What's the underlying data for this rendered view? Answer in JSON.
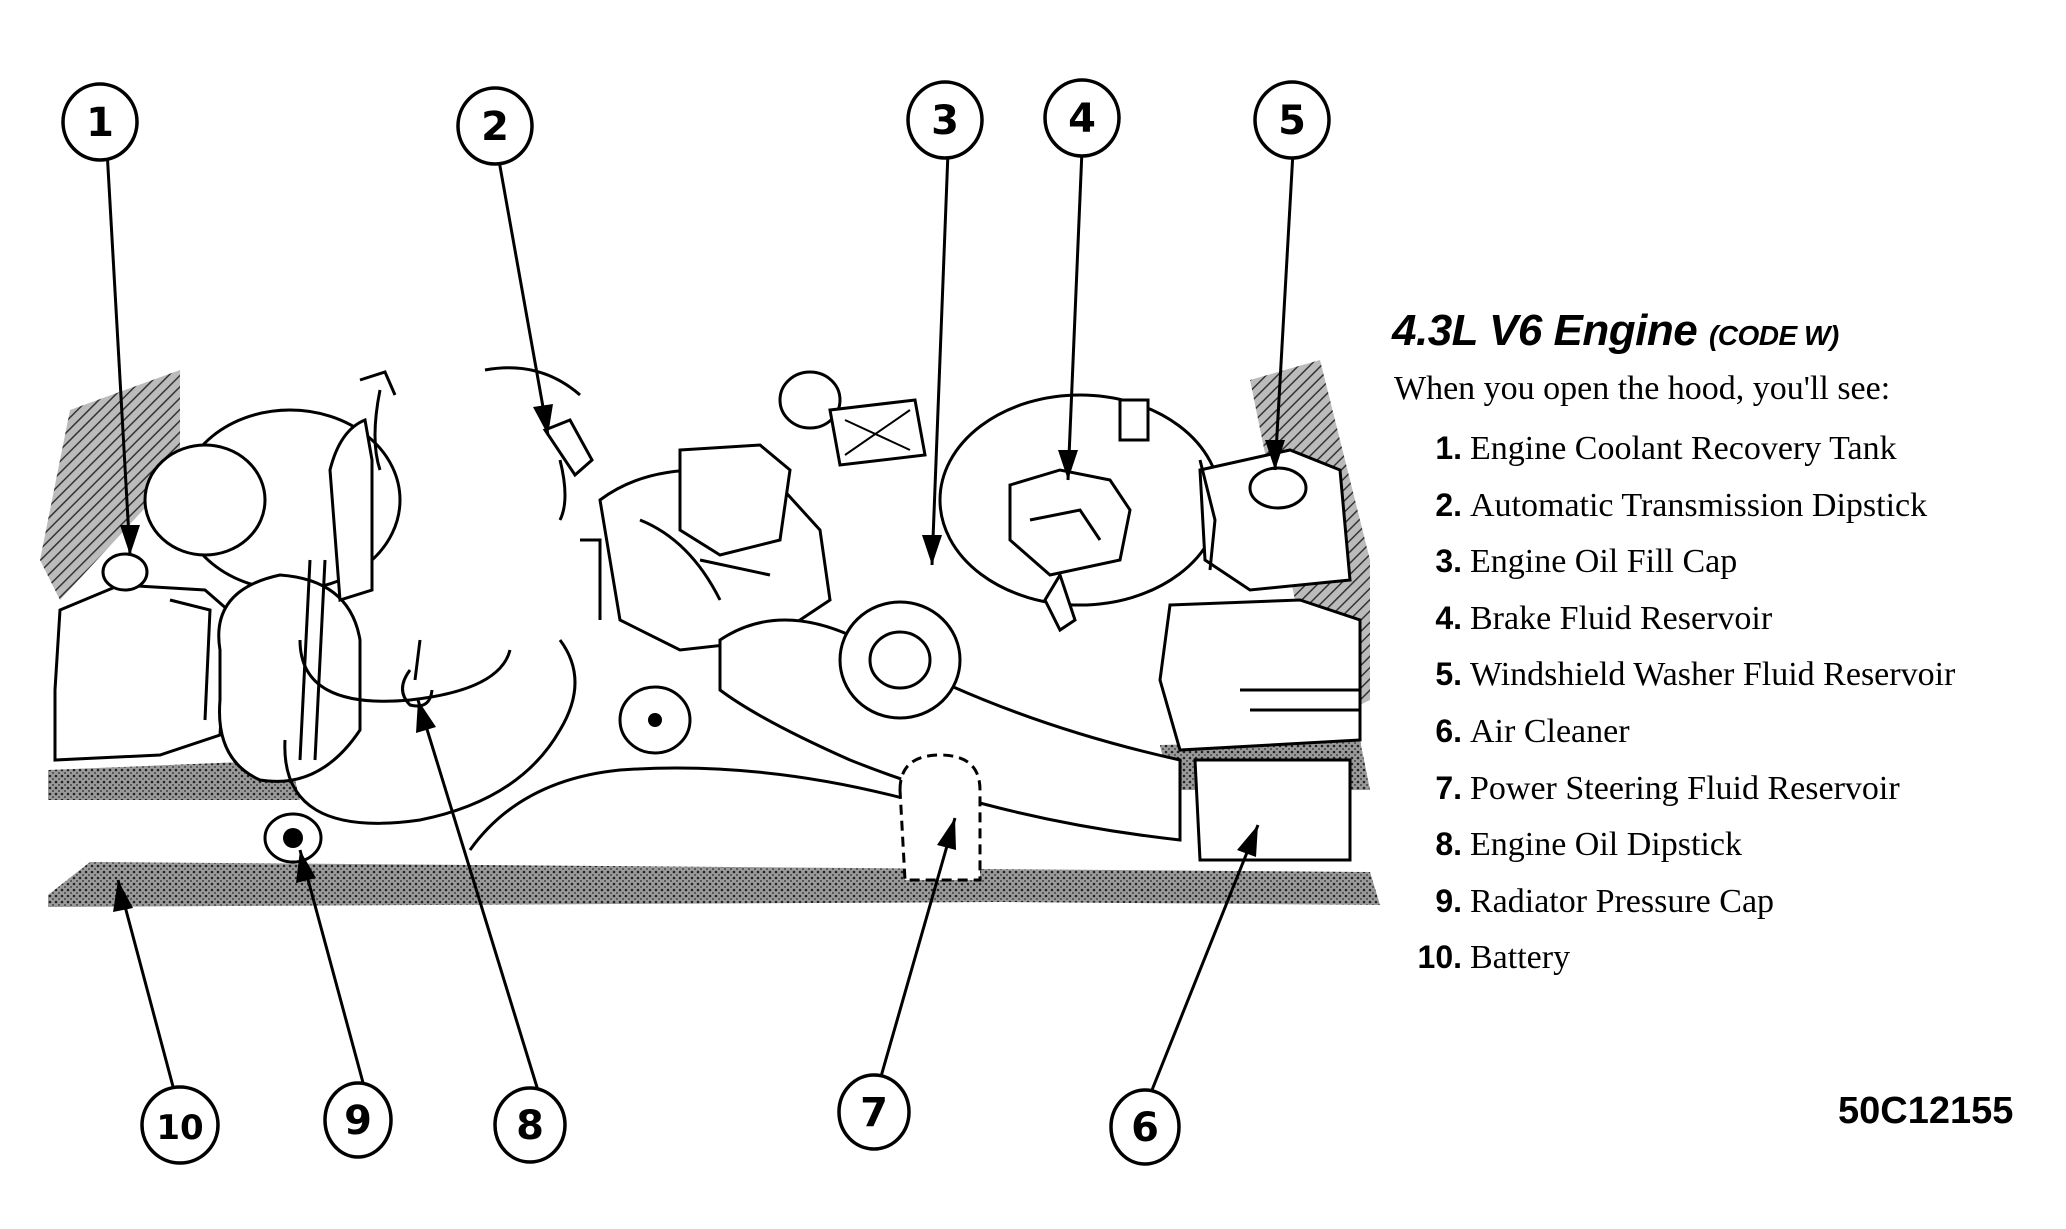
{
  "diagram": {
    "title_main": "4.3L V6 Engine",
    "title_code": "(CODE W)",
    "intro": "When you open the hood, you'll see:",
    "items": [
      {
        "num": "1.",
        "label": "Engine Coolant Recovery Tank"
      },
      {
        "num": "2.",
        "label": "Automatic Transmission Dipstick"
      },
      {
        "num": "3.",
        "label": "Engine Oil Fill Cap"
      },
      {
        "num": "4.",
        "label": "Brake Fluid Reservoir"
      },
      {
        "num": "5.",
        "label": "Windshield Washer Fluid Reservoir"
      },
      {
        "num": "6.",
        "label": "Air Cleaner"
      },
      {
        "num": "7.",
        "label": "Power Steering Fluid Reservoir"
      },
      {
        "num": "8.",
        "label": "Engine Oil Dipstick"
      },
      {
        "num": "9.",
        "label": "Radiator Pressure Cap"
      },
      {
        "num": "10.",
        "label": "Battery"
      }
    ],
    "callouts": [
      "1",
      "2",
      "3",
      "4",
      "5",
      "6",
      "7",
      "8",
      "9",
      "10"
    ],
    "figure_code": "50C12155"
  }
}
